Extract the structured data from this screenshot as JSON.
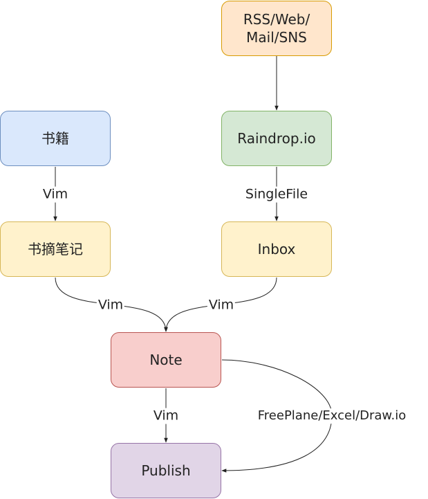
{
  "nodes": {
    "rss": {
      "label": "RSS/Web/\nMail/SNS",
      "fill": "#ffe6cc",
      "stroke": "#d79b00"
    },
    "books": {
      "label": "书籍",
      "fill": "#dae8fc",
      "stroke": "#6c8ebf"
    },
    "raindrop": {
      "label": "Raindrop.io",
      "fill": "#d5e8d4",
      "stroke": "#82b366"
    },
    "excerpt_notes": {
      "label": "书摘笔记",
      "fill": "#fff2cc",
      "stroke": "#d6b656"
    },
    "inbox": {
      "label": "Inbox",
      "fill": "#fff2cc",
      "stroke": "#d6b656"
    },
    "note": {
      "label": "Note",
      "fill": "#f8cecc",
      "stroke": "#b85450"
    },
    "publish": {
      "label": "Publish",
      "fill": "#e1d5e7",
      "stroke": "#9673a6"
    }
  },
  "edges": {
    "rss_to_raindrop": {
      "from": "RSS/Web/\nMail/SNS",
      "to": "Raindrop.io",
      "label": ""
    },
    "books_to_excerpt": {
      "from": "书籍",
      "to": "书摘笔记",
      "label": "Vim"
    },
    "raindrop_to_inbox": {
      "from": "Raindrop.io",
      "to": "Inbox",
      "label": "SingleFile"
    },
    "excerpt_to_note": {
      "from": "书摘笔记",
      "to": "Note",
      "label": "Vim"
    },
    "inbox_to_note": {
      "from": "Inbox",
      "to": "Note",
      "label": "Vim"
    },
    "note_to_publish": {
      "from": "Note",
      "to": "Publish",
      "label": "Vim"
    },
    "note_to_publish_tools": {
      "from": "Note",
      "to": "Publish",
      "label": "FreePlane/Excel/Draw.io"
    }
  }
}
